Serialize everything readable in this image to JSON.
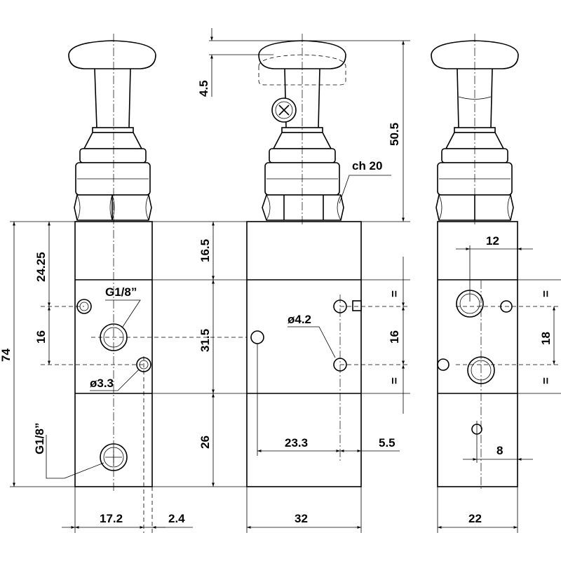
{
  "labels": {
    "d_4_5": "4.5",
    "d_50_5": "50.5",
    "ch_20": "ch 20",
    "d_16_5": "16.5",
    "d_24_25": "24.25",
    "g18_top": "G1/8”",
    "d_16_left": "16",
    "d_31_5": "31.5",
    "d_4_2": "ø4.2",
    "d_16_mid": "16",
    "d_74": "74",
    "d_3_3": "ø3.3",
    "g18_bottom": "G1/8”",
    "d_26": "26",
    "d_23_3": "23.3",
    "d_5_5": "5.5",
    "d_17_2": "17.2",
    "d_2_4": "2.4",
    "d_32": "32",
    "d_12": "12",
    "d_18": "18",
    "d_8": "8",
    "d_22": "22",
    "eq": "="
  }
}
